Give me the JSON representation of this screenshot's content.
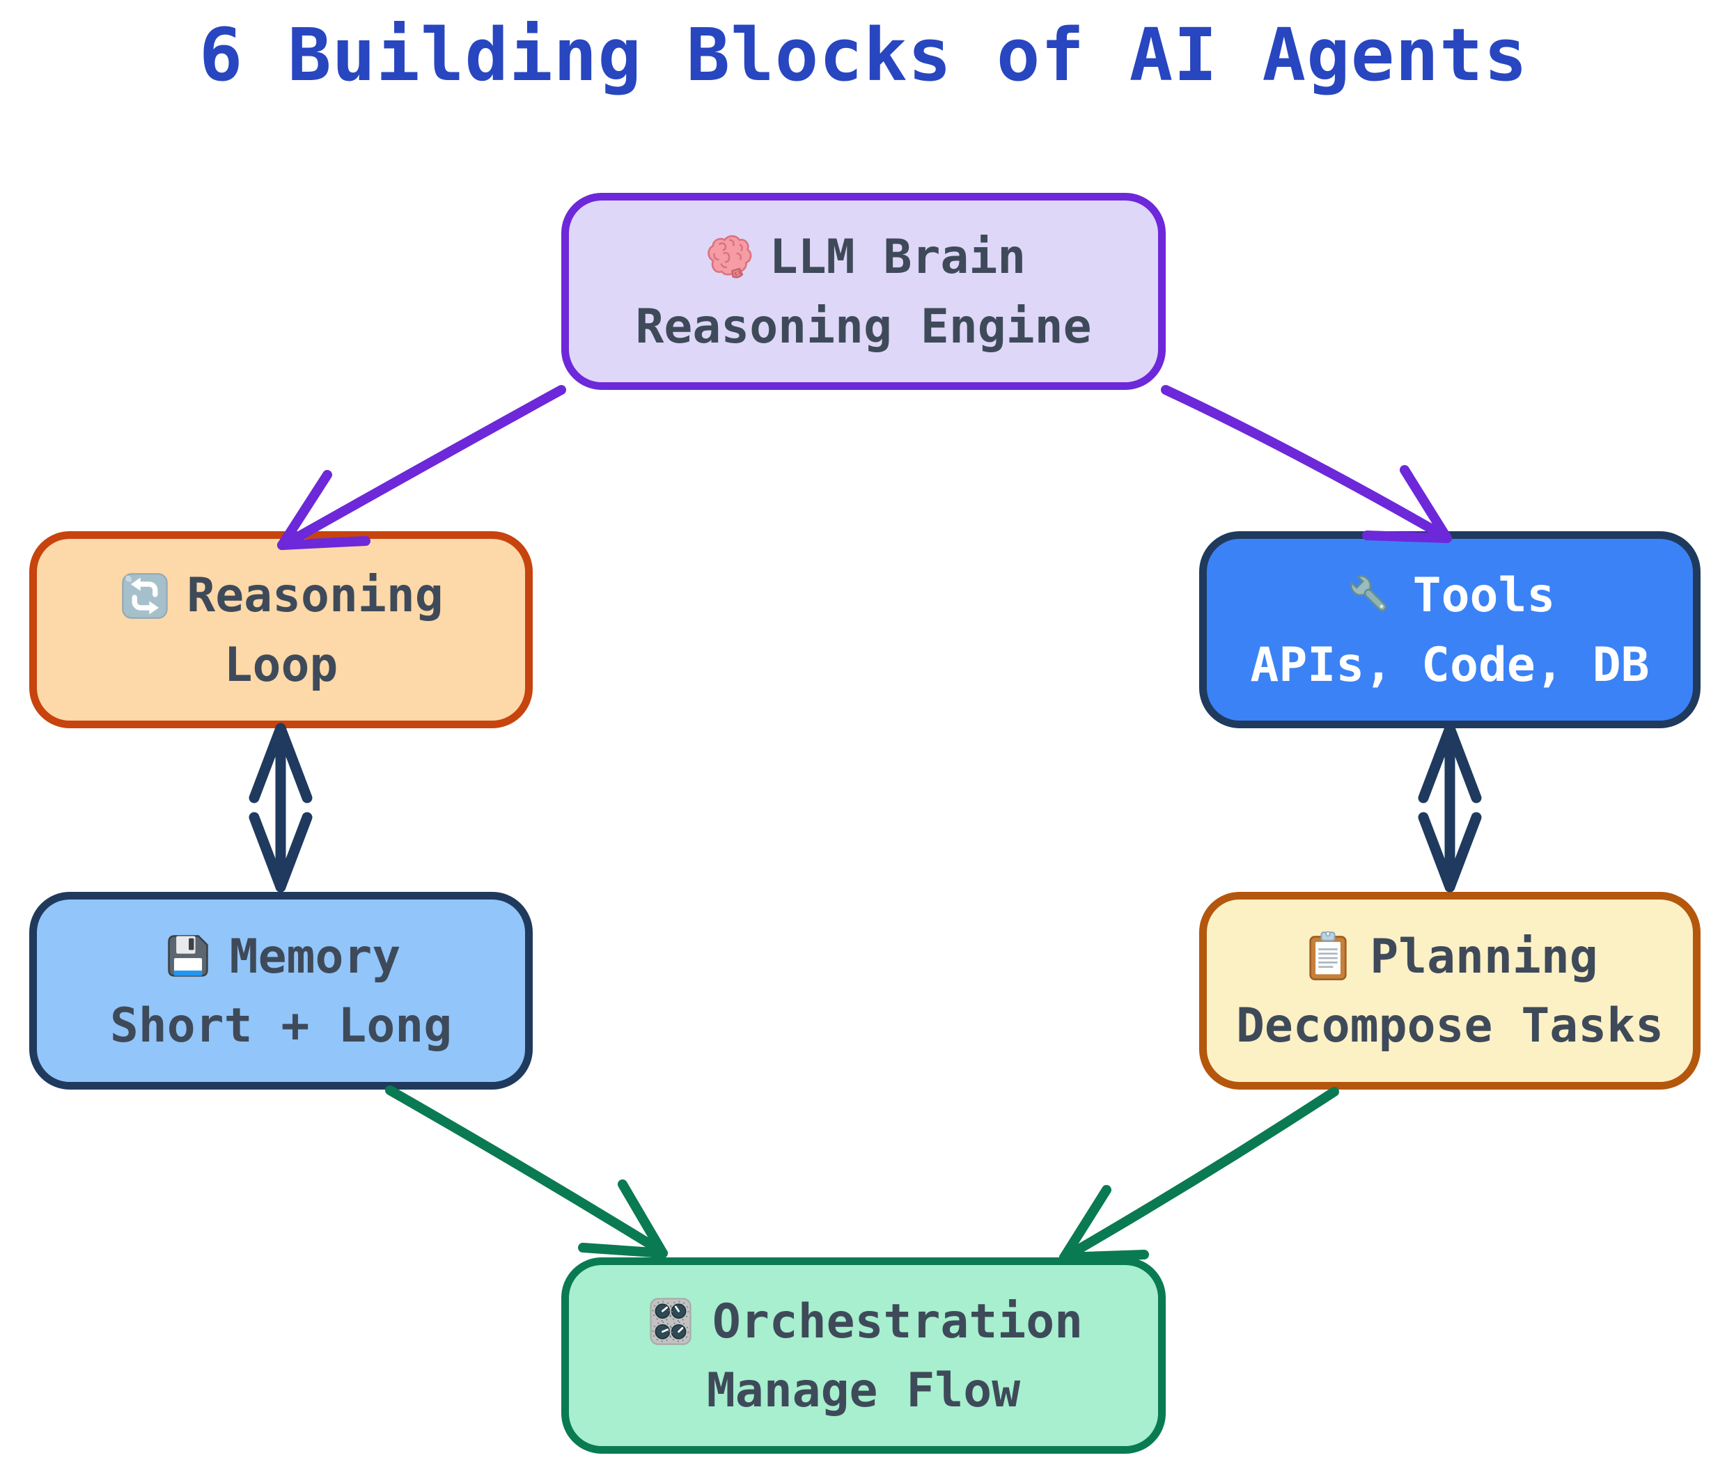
{
  "title": "6 Building Blocks of AI Agents",
  "colors": {
    "title": "#2746c0",
    "text-dark": "#3e4a59",
    "text-light": "#ffffff",
    "edge-purple": "#6d28d9",
    "edge-navy": "#1f3a5e",
    "edge-green": "#0a7a52",
    "llm-fill": "#ded7f8",
    "llm-border": "#6d28d9",
    "reasoning-fill": "#fdd8a8",
    "reasoning-border": "#c7440e",
    "tools-fill": "#3b82f6",
    "tools-border": "#203a5e",
    "memory-fill": "#92c5f9",
    "memory-border": "#203a5e",
    "planning-fill": "#fcf0c5",
    "planning-border": "#b4570d",
    "orchestration-fill": "#a7efce",
    "orchestration-border": "#0a7a52"
  },
  "nodes": {
    "llm": {
      "icon": "brain-icon",
      "line1": "LLM Brain",
      "line2": "Reasoning Engine"
    },
    "reasoning": {
      "icon": "repeat-arrows-icon",
      "line1": "Reasoning",
      "line2": "Loop"
    },
    "tools": {
      "icon": "wrench-icon",
      "line1": "Tools",
      "line2": "APIs, Code, DB"
    },
    "memory": {
      "icon": "floppy-disk-icon",
      "line1": "Memory",
      "line2": "Short + Long"
    },
    "planning": {
      "icon": "clipboard-icon",
      "line1": "Planning",
      "line2": "Decompose Tasks"
    },
    "orchestration": {
      "icon": "control-knobs-icon",
      "line1": "Orchestration",
      "line2": "Manage Flow"
    }
  },
  "edges": [
    {
      "from": "llm",
      "to": "reasoning",
      "color": "#6d28d9",
      "direction": "one-way"
    },
    {
      "from": "llm",
      "to": "tools",
      "color": "#6d28d9",
      "direction": "one-way"
    },
    {
      "from": "reasoning",
      "to": "memory",
      "color": "#1f3a5e",
      "direction": "two-way"
    },
    {
      "from": "tools",
      "to": "planning",
      "color": "#1f3a5e",
      "direction": "two-way"
    },
    {
      "from": "memory",
      "to": "orchestration",
      "color": "#0a7a52",
      "direction": "one-way"
    },
    {
      "from": "planning",
      "to": "orchestration",
      "color": "#0a7a52",
      "direction": "one-way"
    }
  ]
}
